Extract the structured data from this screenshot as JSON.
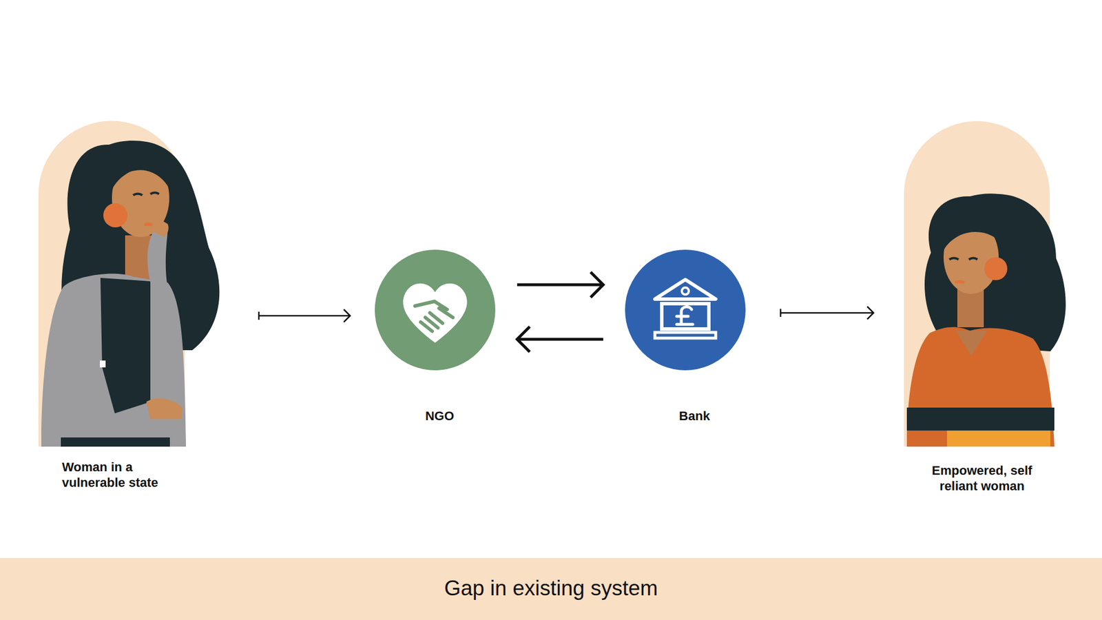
{
  "diagram": {
    "caption": "Gap in existing system",
    "nodes": [
      {
        "text": [
          "Woman in a vulnerable state"
        ]
      },
      {
        "text": [
          "NGO"
        ]
      },
      {
        "text": [
          "Bank"
        ]
      },
      {
        "text": [
          "Empowered, self reliant woman"
        ]
      }
    ],
    "edges": [
      {
        "from": 0,
        "to": 1,
        "arrow": "to"
      },
      {
        "from": 1,
        "to": 2,
        "arrow": "to"
      },
      {
        "from": 2,
        "to": 1,
        "arrow": "to"
      },
      {
        "from": 2,
        "to": 3,
        "arrow": "to"
      }
    ]
  }
}
